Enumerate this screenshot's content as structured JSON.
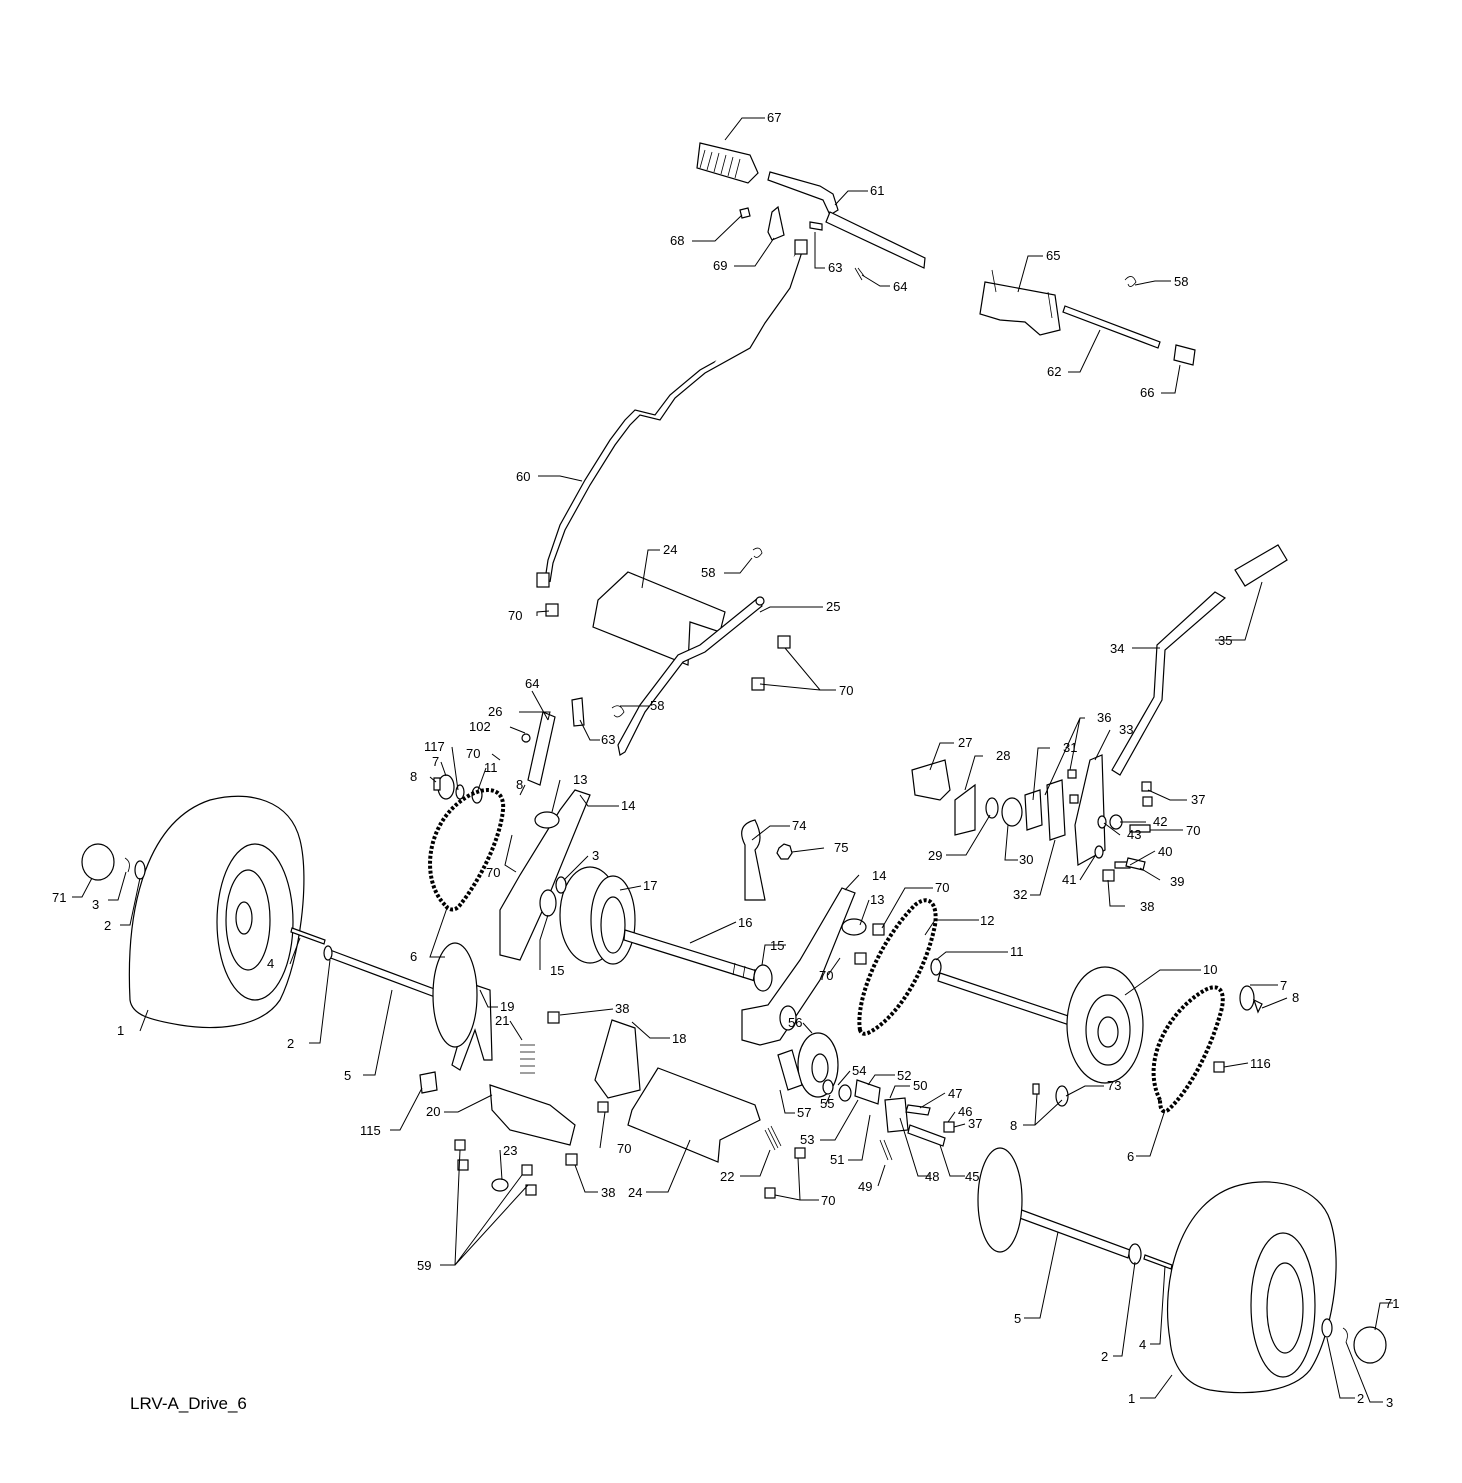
{
  "diagram_title": "LRV-A_Drive_6",
  "callouts": [
    {
      "id": "c67",
      "text": "67"
    },
    {
      "id": "c61",
      "text": "61"
    },
    {
      "id": "c68",
      "text": "68"
    },
    {
      "id": "c69",
      "text": "69"
    },
    {
      "id": "c63a",
      "text": "63"
    },
    {
      "id": "c64a",
      "text": "64"
    },
    {
      "id": "c65",
      "text": "65"
    },
    {
      "id": "c58a",
      "text": "58"
    },
    {
      "id": "c62",
      "text": "62"
    },
    {
      "id": "c66",
      "text": "66"
    },
    {
      "id": "c60",
      "text": "60"
    },
    {
      "id": "c24a",
      "text": "24"
    },
    {
      "id": "c58b",
      "text": "58"
    },
    {
      "id": "c25",
      "text": "25"
    },
    {
      "id": "c70a",
      "text": "70"
    },
    {
      "id": "c70b",
      "text": "70"
    },
    {
      "id": "c35",
      "text": "35"
    },
    {
      "id": "c34",
      "text": "34"
    },
    {
      "id": "c64b",
      "text": "64"
    },
    {
      "id": "c58c",
      "text": "58"
    },
    {
      "id": "c26",
      "text": "26"
    },
    {
      "id": "c102",
      "text": "102"
    },
    {
      "id": "c63b",
      "text": "63"
    },
    {
      "id": "c117",
      "text": "117"
    },
    {
      "id": "c7a",
      "text": "7"
    },
    {
      "id": "c8a",
      "text": "8"
    },
    {
      "id": "c70c",
      "text": "70"
    },
    {
      "id": "c11a",
      "text": "11"
    },
    {
      "id": "c18x",
      "text": "8"
    },
    {
      "id": "c13a",
      "text": "13"
    },
    {
      "id": "c14a",
      "text": "14"
    },
    {
      "id": "c36",
      "text": "36"
    },
    {
      "id": "c33",
      "text": "33"
    },
    {
      "id": "c27",
      "text": "27"
    },
    {
      "id": "c28",
      "text": "28"
    },
    {
      "id": "c31",
      "text": "31"
    },
    {
      "id": "c37a",
      "text": "37"
    },
    {
      "id": "c74",
      "text": "74"
    },
    {
      "id": "c43",
      "text": "43"
    },
    {
      "id": "c42",
      "text": "42"
    },
    {
      "id": "c70d",
      "text": "70"
    },
    {
      "id": "c29",
      "text": "29"
    },
    {
      "id": "c30",
      "text": "30"
    },
    {
      "id": "c32",
      "text": "32"
    },
    {
      "id": "c40",
      "text": "40"
    },
    {
      "id": "c41",
      "text": "41"
    },
    {
      "id": "c39",
      "text": "39"
    },
    {
      "id": "c38a",
      "text": "38"
    },
    {
      "id": "c75",
      "text": "75"
    },
    {
      "id": "c70e",
      "text": "70"
    },
    {
      "id": "c3a",
      "text": "3"
    },
    {
      "id": "c17",
      "text": "17"
    },
    {
      "id": "c14b",
      "text": "14"
    },
    {
      "id": "c70f",
      "text": "70"
    },
    {
      "id": "c13b",
      "text": "13"
    },
    {
      "id": "c12",
      "text": "12"
    },
    {
      "id": "c71a",
      "text": "71"
    },
    {
      "id": "c3b",
      "text": "3"
    },
    {
      "id": "c2a",
      "text": "2"
    },
    {
      "id": "c16",
      "text": "16"
    },
    {
      "id": "c6a",
      "text": "6"
    },
    {
      "id": "c15a",
      "text": "15"
    },
    {
      "id": "c15b",
      "text": "15"
    },
    {
      "id": "c11b",
      "text": "11"
    },
    {
      "id": "c70g",
      "text": "70"
    },
    {
      "id": "c4a",
      "text": "4"
    },
    {
      "id": "c10",
      "text": "10"
    },
    {
      "id": "c7b",
      "text": "7"
    },
    {
      "id": "c8b",
      "text": "8"
    },
    {
      "id": "c1a",
      "text": "1"
    },
    {
      "id": "c2b",
      "text": "2"
    },
    {
      "id": "c5a",
      "text": "5"
    },
    {
      "id": "c19",
      "text": "19"
    },
    {
      "id": "c38b",
      "text": "38"
    },
    {
      "id": "c21",
      "text": "21"
    },
    {
      "id": "c18",
      "text": "18"
    },
    {
      "id": "c56",
      "text": "56"
    },
    {
      "id": "c116",
      "text": "116"
    },
    {
      "id": "c54",
      "text": "54"
    },
    {
      "id": "c52",
      "text": "52"
    },
    {
      "id": "c73",
      "text": "73"
    },
    {
      "id": "c115",
      "text": "115"
    },
    {
      "id": "c20",
      "text": "20"
    },
    {
      "id": "c57",
      "text": "57"
    },
    {
      "id": "c55",
      "text": "55"
    },
    {
      "id": "c50",
      "text": "50"
    },
    {
      "id": "c47",
      "text": "47"
    },
    {
      "id": "c46",
      "text": "46"
    },
    {
      "id": "c8c",
      "text": "8"
    },
    {
      "id": "c37b",
      "text": "37"
    },
    {
      "id": "c6b",
      "text": "6"
    },
    {
      "id": "c53",
      "text": "53"
    },
    {
      "id": "c51",
      "text": "51"
    },
    {
      "id": "c70h",
      "text": "70"
    },
    {
      "id": "c23",
      "text": "23"
    },
    {
      "id": "c22",
      "text": "22"
    },
    {
      "id": "c49",
      "text": "49"
    },
    {
      "id": "c48",
      "text": "48"
    },
    {
      "id": "c45",
      "text": "45"
    },
    {
      "id": "c38c",
      "text": "38"
    },
    {
      "id": "c24b",
      "text": "24"
    },
    {
      "id": "c70i",
      "text": "70"
    },
    {
      "id": "c59",
      "text": "59"
    },
    {
      "id": "c71b",
      "text": "71"
    },
    {
      "id": "c5b",
      "text": "5"
    },
    {
      "id": "c2c",
      "text": "2"
    },
    {
      "id": "c4b",
      "text": "4"
    },
    {
      "id": "c2d",
      "text": "2"
    },
    {
      "id": "c3c",
      "text": "3"
    },
    {
      "id": "c1b",
      "text": "1"
    }
  ]
}
